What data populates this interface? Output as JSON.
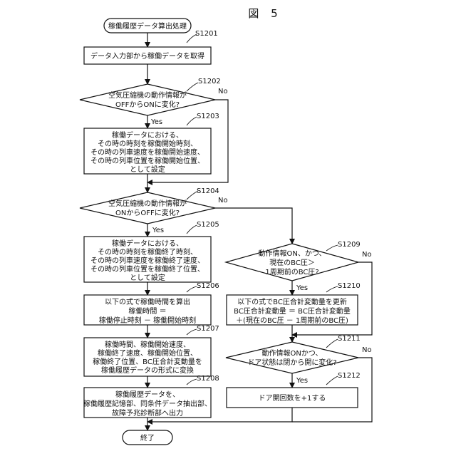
{
  "figure_title": "図 5",
  "start_label": "稼働履歴データ算出処理",
  "end_label": "終了",
  "branch_yes": "Yes",
  "branch_no": "No",
  "steps": {
    "s1201": {
      "id": "S1201",
      "lines": [
        "データ入力部から稼働データを取得"
      ]
    },
    "s1202": {
      "id": "S1202",
      "lines": [
        "空気圧縮機の動作情報が",
        "OFFからONに変化?"
      ]
    },
    "s1203": {
      "id": "S1203",
      "lines": [
        "稼働データにおける、",
        "その時の時刻を稼働開始時刻、",
        "その時の列車速度を稼働開始速度、",
        "その時の列車位置を稼働開始位置、",
        "として設定"
      ]
    },
    "s1204": {
      "id": "S1204",
      "lines": [
        "空気圧縮機の動作情報が",
        "ONからOFFに変化?"
      ]
    },
    "s1205": {
      "id": "S1205",
      "lines": [
        "稼働データにおける、",
        "その時の時刻を稼働終了時刻、",
        "その時の列車速度を稼働終了速度、",
        "その時の列車位置を稼働終了位置、",
        "として設定"
      ]
    },
    "s1206": {
      "id": "S1206",
      "lines": [
        "以下の式で稼働時間を算出",
        "稼働時間 ＝",
        "稼働停止時刻 － 稼働開始時刻"
      ]
    },
    "s1207": {
      "id": "S1207",
      "lines": [
        "稼働時間、稼働開始速度、",
        "稼働終了速度、稼働開始位置、",
        "稼働終了位置、BC圧合計変動量を",
        "稼働履歴データの形式に変換"
      ]
    },
    "s1208": {
      "id": "S1208",
      "lines": [
        "稼働履歴データを、",
        "稼働履歴記憶部、同条件データ抽出部、",
        "故障予兆診断部へ出力"
      ]
    },
    "s1209": {
      "id": "S1209",
      "lines": [
        "動作情報ON、かつ、",
        "現在のBC圧＞",
        "1周期前のBC圧?"
      ]
    },
    "s1210": {
      "id": "S1210",
      "lines": [
        "以下の式でBC圧合計変動量を更新",
        "BC圧合計変動量 ＝ BC圧合計変動量",
        "＋(現在のBC圧 － 1周期前のBC圧)"
      ]
    },
    "s1211": {
      "id": "S1211",
      "lines": [
        "動作情報ONかつ、",
        "ドア状態は閉から開に変化?"
      ]
    },
    "s1212": {
      "id": "S1212",
      "lines": [
        "ドア開回数を+1する"
      ]
    }
  }
}
